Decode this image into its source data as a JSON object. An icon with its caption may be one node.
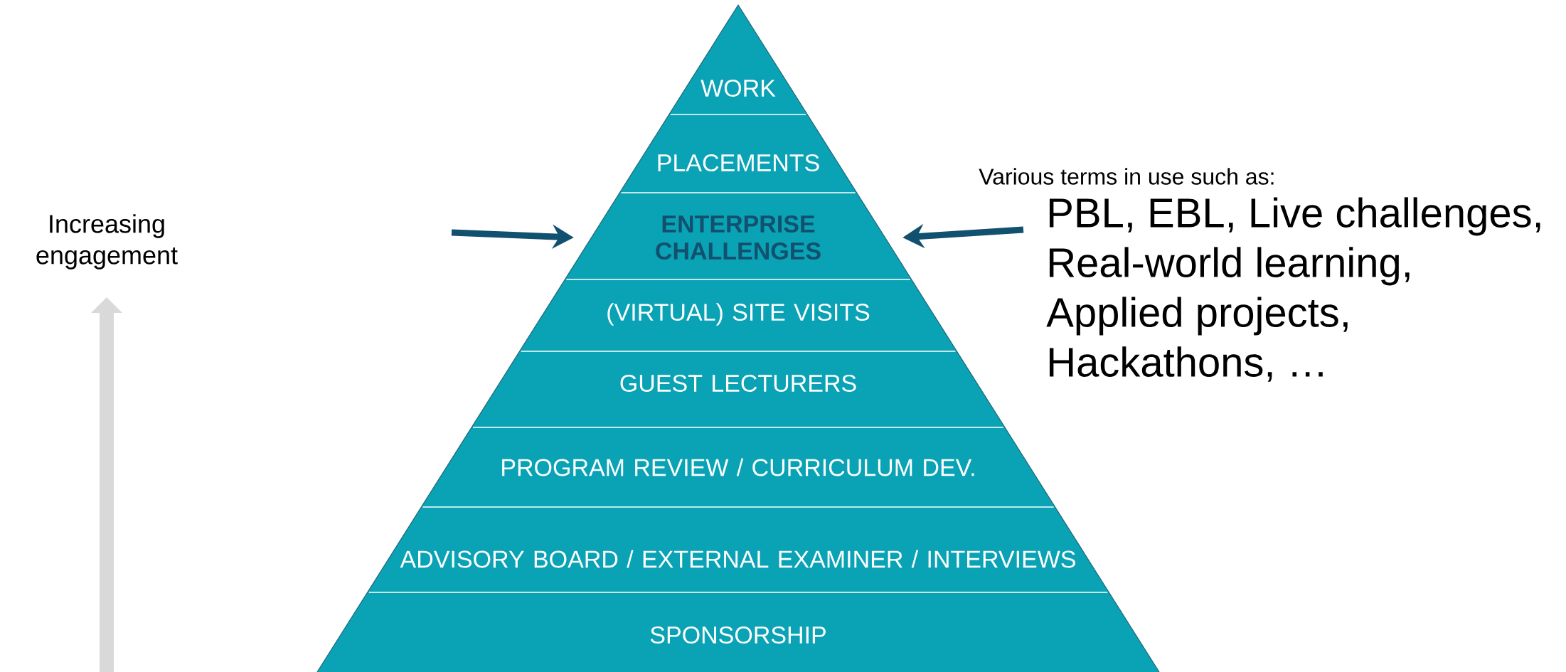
{
  "diagram": {
    "nodes": [
      {
        "text": [
          "WORK"
        ]
      },
      {
        "text": [
          "PLACEMENTS"
        ]
      },
      {
        "text": [
          "ENTERPRISE CHALLENGES"
        ]
      },
      {
        "text": [
          "(VIRTUAL) SITE VISITS"
        ]
      },
      {
        "text": [
          "GUEST LECTURERS"
        ]
      },
      {
        "text": [
          "PROGRAM REVIEW / CURRICULUM DEV."
        ]
      },
      {
        "text": [
          "ADVISORY BOARD / EXTERNAL EXAMINER / INTERVIEWS"
        ]
      },
      {
        "text": [
          "SPONSORSHIP"
        ]
      },
      {
        "text": [
          "Various terms in use such as:",
          "PBL, EBL, Live challenges, Real-world learning, Applied projects, Hackathons, …"
        ]
      }
    ],
    "edges": [
      {
        "from": null,
        "to": 2,
        "arrow": "to"
      },
      {
        "from": 8,
        "to": 2,
        "arrow": "to"
      }
    ],
    "labels": [
      "Increasing engagement"
    ]
  }
}
